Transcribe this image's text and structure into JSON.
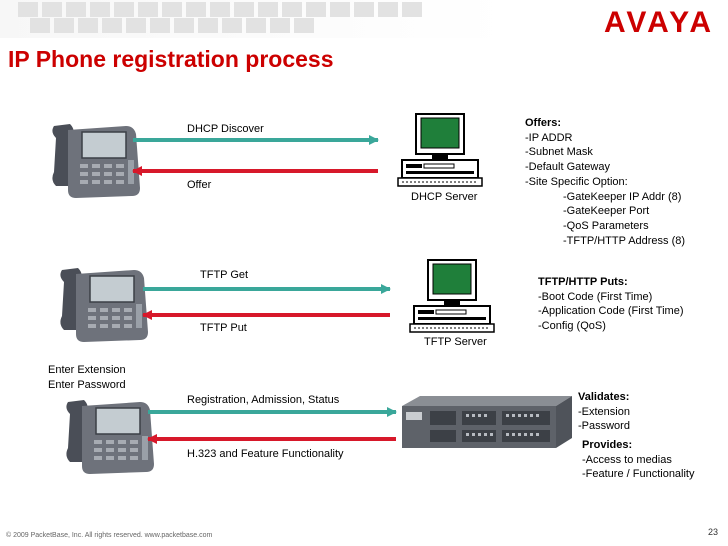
{
  "header": {
    "title": "IP Phone registration process",
    "logo": "AVAYA"
  },
  "row1": {
    "arrow_right_label": "DHCP Discover",
    "arrow_left_label": "Offer",
    "server_label": "DHCP Server",
    "offers_title": "Offers:",
    "offers": [
      "IP ADDR",
      "Subnet Mask",
      "Default Gateway",
      "Site Specific Option:"
    ],
    "site_options": [
      "GateKeeper IP Addr (8)",
      "GateKeeper Port",
      "QoS Parameters",
      "TFTP/HTTP Address (8)"
    ]
  },
  "row2": {
    "arrow_right_label": "TFTP Get",
    "arrow_left_label": "TFTP Put",
    "server_label": "TFTP Server",
    "puts_title": "TFTP/HTTP Puts:",
    "puts": [
      "Boot Code (First Time)",
      "Application Code (First Time)",
      "Config (QoS)"
    ]
  },
  "row3": {
    "user_actions": [
      "Enter Extension",
      "Enter Password"
    ],
    "arrow_right_label": "Registration, Admission, Status",
    "arrow_left_label": "H.323 and Feature Functionality",
    "validates_title": "Validates:",
    "validates": [
      "-Extension",
      "-Password"
    ],
    "provides_title": "Provides:",
    "provides": [
      "-Access to medias",
      "-Feature / Functionality"
    ]
  },
  "footer": {
    "copyright": "© 2009 PacketBase, Inc. All rights reserved.   www.packetbase.com",
    "page_number": "23"
  },
  "colors": {
    "accent_red": "#cc0000",
    "arrow_teal": "#3aa79a",
    "arrow_red": "#d7182a",
    "screen_green": "#1f7f3a"
  }
}
